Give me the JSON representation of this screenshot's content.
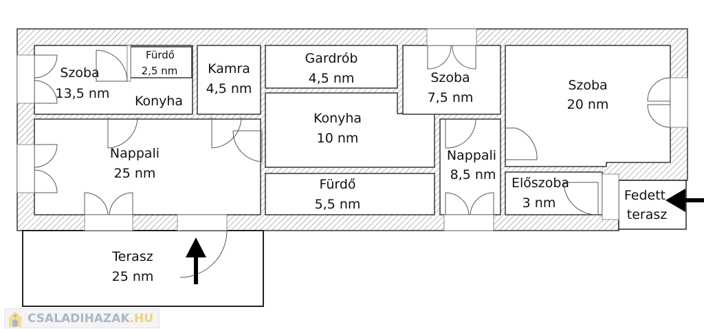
{
  "rooms": {
    "szoba1": {
      "name": "Szoba",
      "area": "13,5 nm"
    },
    "furdo1": {
      "name": "Fürdő",
      "area": "2,5 nm"
    },
    "konyha1": {
      "name": "Konyha"
    },
    "kamra": {
      "name": "Kamra",
      "area": "4,5 nm"
    },
    "gardrob": {
      "name": "Gardrób",
      "area": "4,5 nm"
    },
    "konyha2": {
      "name": "Konyha",
      "area": "10 nm"
    },
    "furdo2": {
      "name": "Fürdő",
      "area": "5,5 nm"
    },
    "szoba2": {
      "name": "Szoba",
      "area": "7,5 nm"
    },
    "szoba3": {
      "name": "Szoba",
      "area": "20 nm"
    },
    "nappali1": {
      "name": "Nappali",
      "area": "25 nm"
    },
    "nappali2": {
      "name": "Nappali",
      "area": "8,5 nm"
    },
    "eloszoba": {
      "name": "Előszoba",
      "area": "3 nm"
    },
    "fedett": {
      "name": "Fedett",
      "name2": "terasz"
    },
    "terasz": {
      "name": "Terasz",
      "area": "25 nm"
    }
  },
  "watermark": {
    "text": "CSALADIHAZAK",
    "suffix": ".HU"
  },
  "colors": {
    "wall_hatch": "#888888",
    "logo_text": "#a9b7c9",
    "logo_accent": "#f0d27a"
  }
}
